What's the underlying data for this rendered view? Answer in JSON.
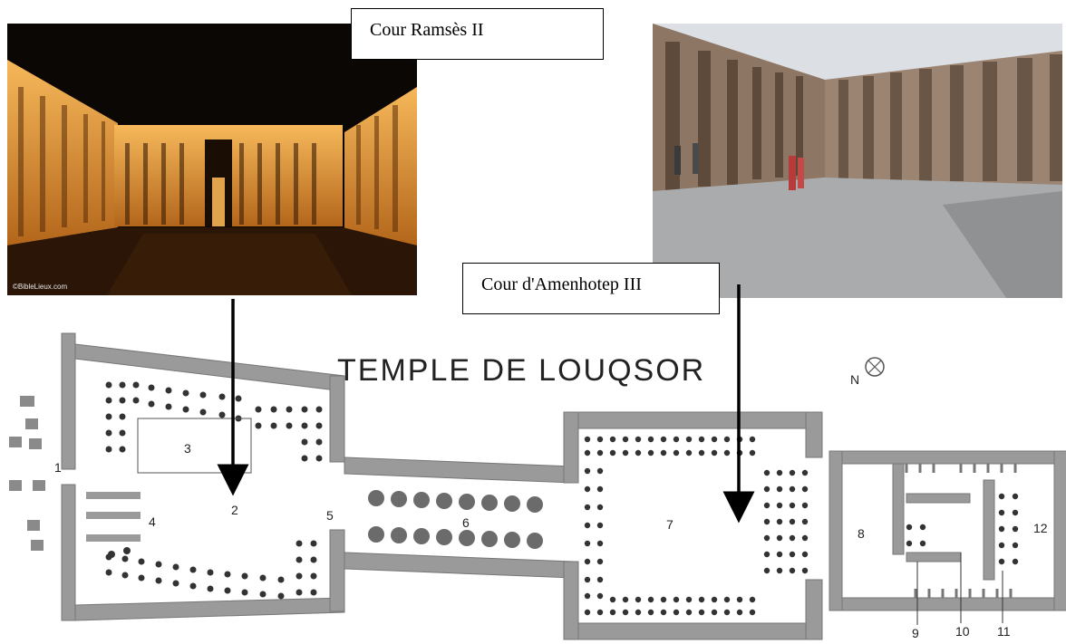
{
  "callouts": {
    "ramses": "Cour Ramsès II",
    "amenhotep": "Cour d'Amenhotep III"
  },
  "photo_credit": "©BibleLieux.com",
  "plan": {
    "title": "TEMPLE DE LOUQSOR",
    "labels": {
      "n1": "1",
      "n2": "2",
      "n3": "3",
      "n4": "4",
      "n5": "5",
      "n6": "6",
      "n7": "7",
      "n8": "8",
      "n9": "9",
      "n10": "10",
      "n11": "11",
      "n12": "12"
    },
    "compass_letter": "N"
  },
  "colors": {
    "wall": "#9a9a9a",
    "column": "#333333",
    "great_column": "#6b6b6b",
    "arrow": "#000000"
  }
}
